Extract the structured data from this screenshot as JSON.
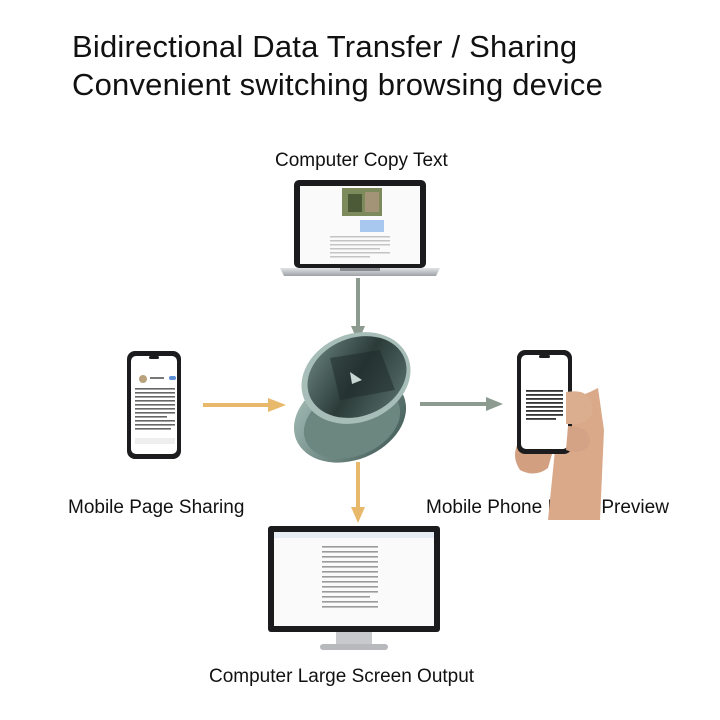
{
  "headline": {
    "line1": "Bidirectional Data Transfer / Sharing",
    "line2": "Convenient switching browsing device"
  },
  "labels": {
    "computer_copy": "Computer Copy Text",
    "mobile_share": "Mobile Page Sharing",
    "phone_paste": "Mobile Phone Paste Preview",
    "large_screen": "Computer Large Screen Output"
  },
  "colors": {
    "arrow_gray": "#8c9a8f",
    "arrow_orange": "#e9b96b",
    "device_dark": "#1c1c1e",
    "hub_teal": "#3f5a55"
  }
}
